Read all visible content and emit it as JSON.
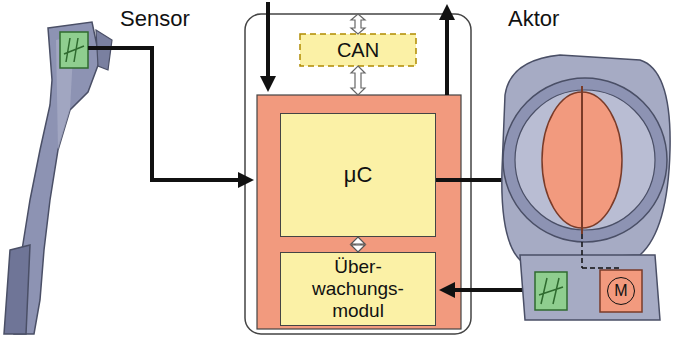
{
  "diagram": {
    "nodes": [
      {
        "text": [
          "CAN"
        ]
      },
      {
        "text": [
          "μC"
        ]
      },
      {
        "text": [
          "Über- wachungs- modul"
        ]
      },
      {
        "text": [
          "M"
        ]
      }
    ],
    "edges": [
      {
        "from": 1,
        "to": 2,
        "arrow": "both"
      }
    ],
    "labels": [
      "Sensor",
      "Aktor"
    ]
  }
}
